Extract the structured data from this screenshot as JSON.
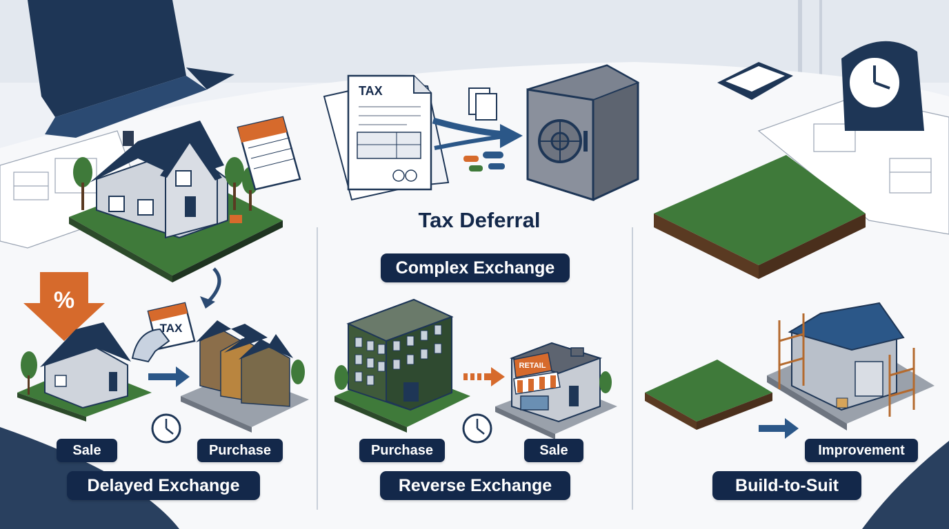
{
  "center": {
    "heading": "Tax Deferral",
    "title": "Complex Exchange",
    "doc_label": "TAX"
  },
  "delayed": {
    "title": "Delayed Exchange",
    "sale_label": "Sale",
    "purchase_label": "Purchase",
    "percent_label": "%",
    "calendar_label": "TAX"
  },
  "reverse": {
    "title": "Reverse Exchange",
    "purchase_label": "Purchase",
    "sale_label": "Sale",
    "store_sign": "RETAIL"
  },
  "build": {
    "title": "Build-to-Suit",
    "improvement_label": "Improvement"
  },
  "colors": {
    "navy": "#13284a",
    "orange": "#d66a2c",
    "grass": "#3f7a3a",
    "safe": "#5d6470"
  },
  "icons": [
    "house-icon",
    "calendar-icon",
    "document-icon",
    "safe-icon",
    "clock-icon",
    "percent-arrow-icon",
    "hand-icon",
    "townhouse-icon",
    "apartment-building-icon",
    "retail-store-icon",
    "land-plot-icon",
    "warehouse-icon",
    "arrow-icon",
    "desk-tray-icon",
    "chair-icon"
  ]
}
